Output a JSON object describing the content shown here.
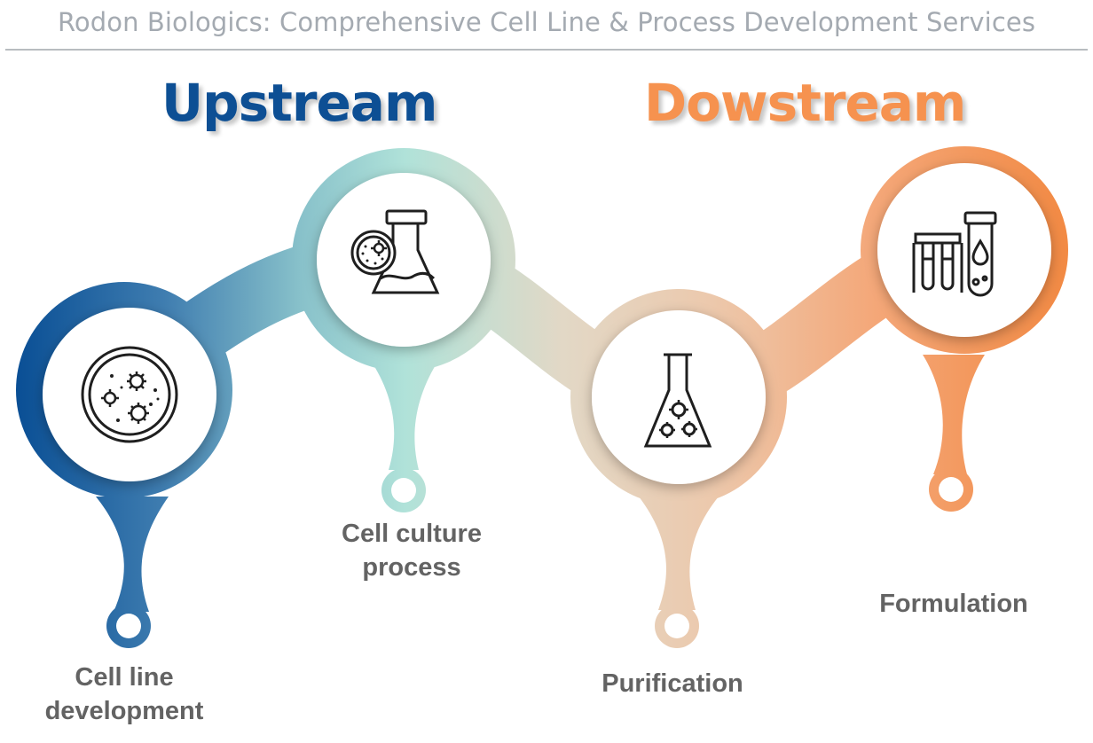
{
  "header": {
    "title": "Rodon Biologics: Comprehensive Cell Line & Process Development Services"
  },
  "phases": {
    "upstream": "Upstream",
    "downstream": "Dowstream"
  },
  "steps": [
    {
      "label_line1": "Cell line",
      "label_line2": "development",
      "icon": "petri-dish-icon"
    },
    {
      "label_line1": "Cell culture",
      "label_line2": "process",
      "icon": "flask-culture-icon"
    },
    {
      "label_line1": "Purification",
      "label_line2": "",
      "icon": "flask-gears-icon"
    },
    {
      "label_line1": "Formulation",
      "label_line2": "",
      "icon": "test-tubes-icon"
    }
  ],
  "colors": {
    "upstream": "#0d4f94",
    "downstream": "#f6924f",
    "teal": "#a9dfd6",
    "beige": "#e8d7c2",
    "label": "#636363"
  }
}
